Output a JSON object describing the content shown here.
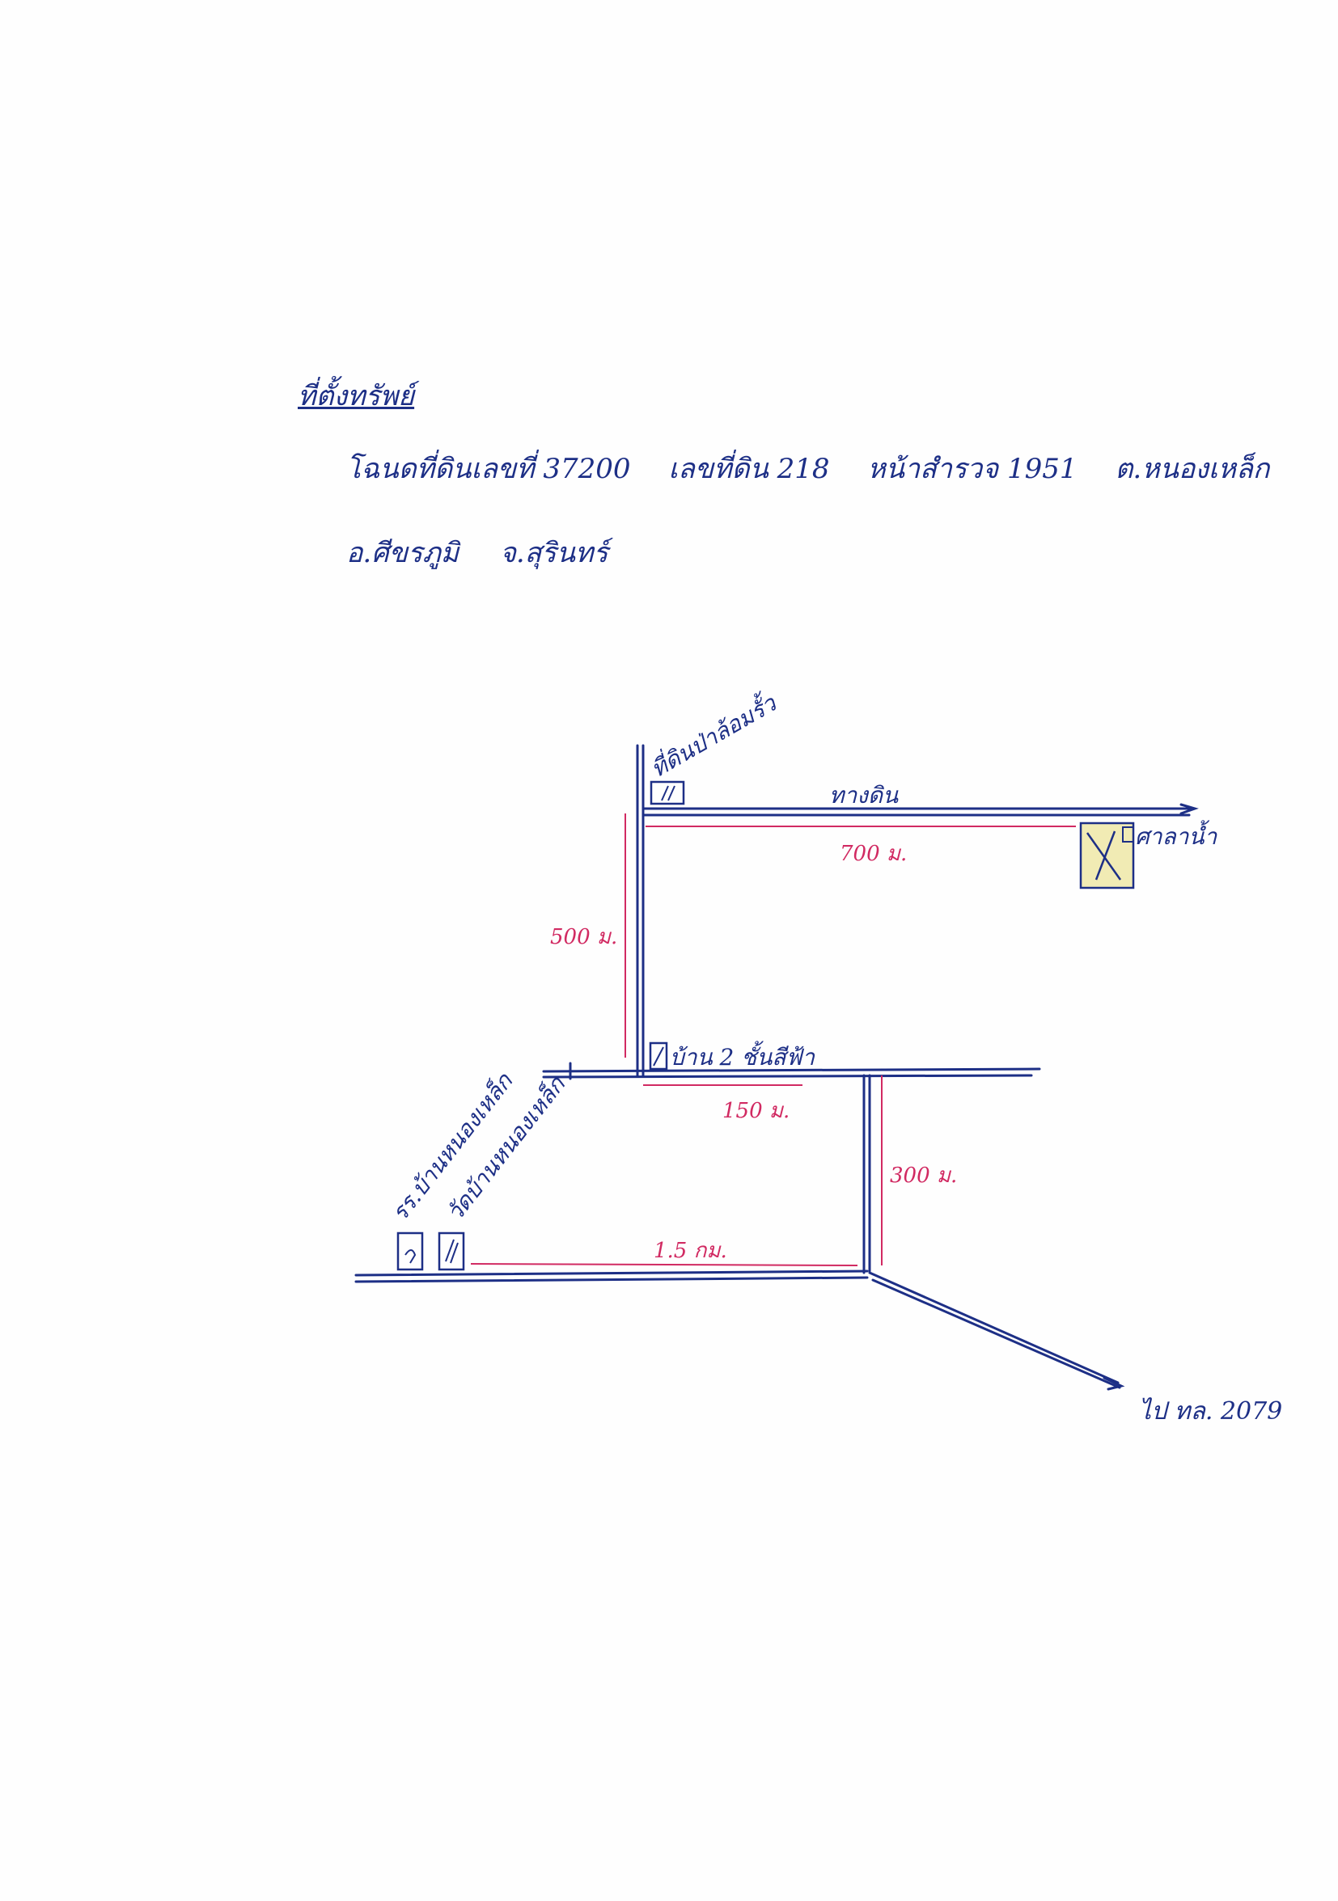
{
  "header": {
    "title": "ที่ตั้งทรัพย์",
    "deed_line": [
      "โฉนดที่ดินเลขที่ 37200",
      "เลขที่ดิน 218",
      "หน้าสำรวจ 1951",
      "ต.หนองเหล็ก"
    ],
    "district_line": [
      "อ.ศีขรภูมิ",
      "จ.สุรินทร์"
    ]
  },
  "map": {
    "labels": {
      "top_landmark": "ที่ดินป่าล้อมรั้ว",
      "dirt_road": "ทางดิน",
      "property": "ศาลาน้ำ",
      "house": "บ้าน 2 ชั้นสีฟ้า",
      "school": "รร.บ้านหนองเหล็ก",
      "temple": "วัดบ้านหนองเหล็ก",
      "to_highway": "ไป ทล. 2079"
    },
    "distances": {
      "d700": "700 ม.",
      "d500": "500 ม.",
      "d150": "150 ม.",
      "d300": "300 ม.",
      "d1500": "1.5 กม."
    },
    "colors": {
      "road": "#1d2f86",
      "distance": "#d12a62",
      "property_fill": "#f1ebb4"
    }
  }
}
